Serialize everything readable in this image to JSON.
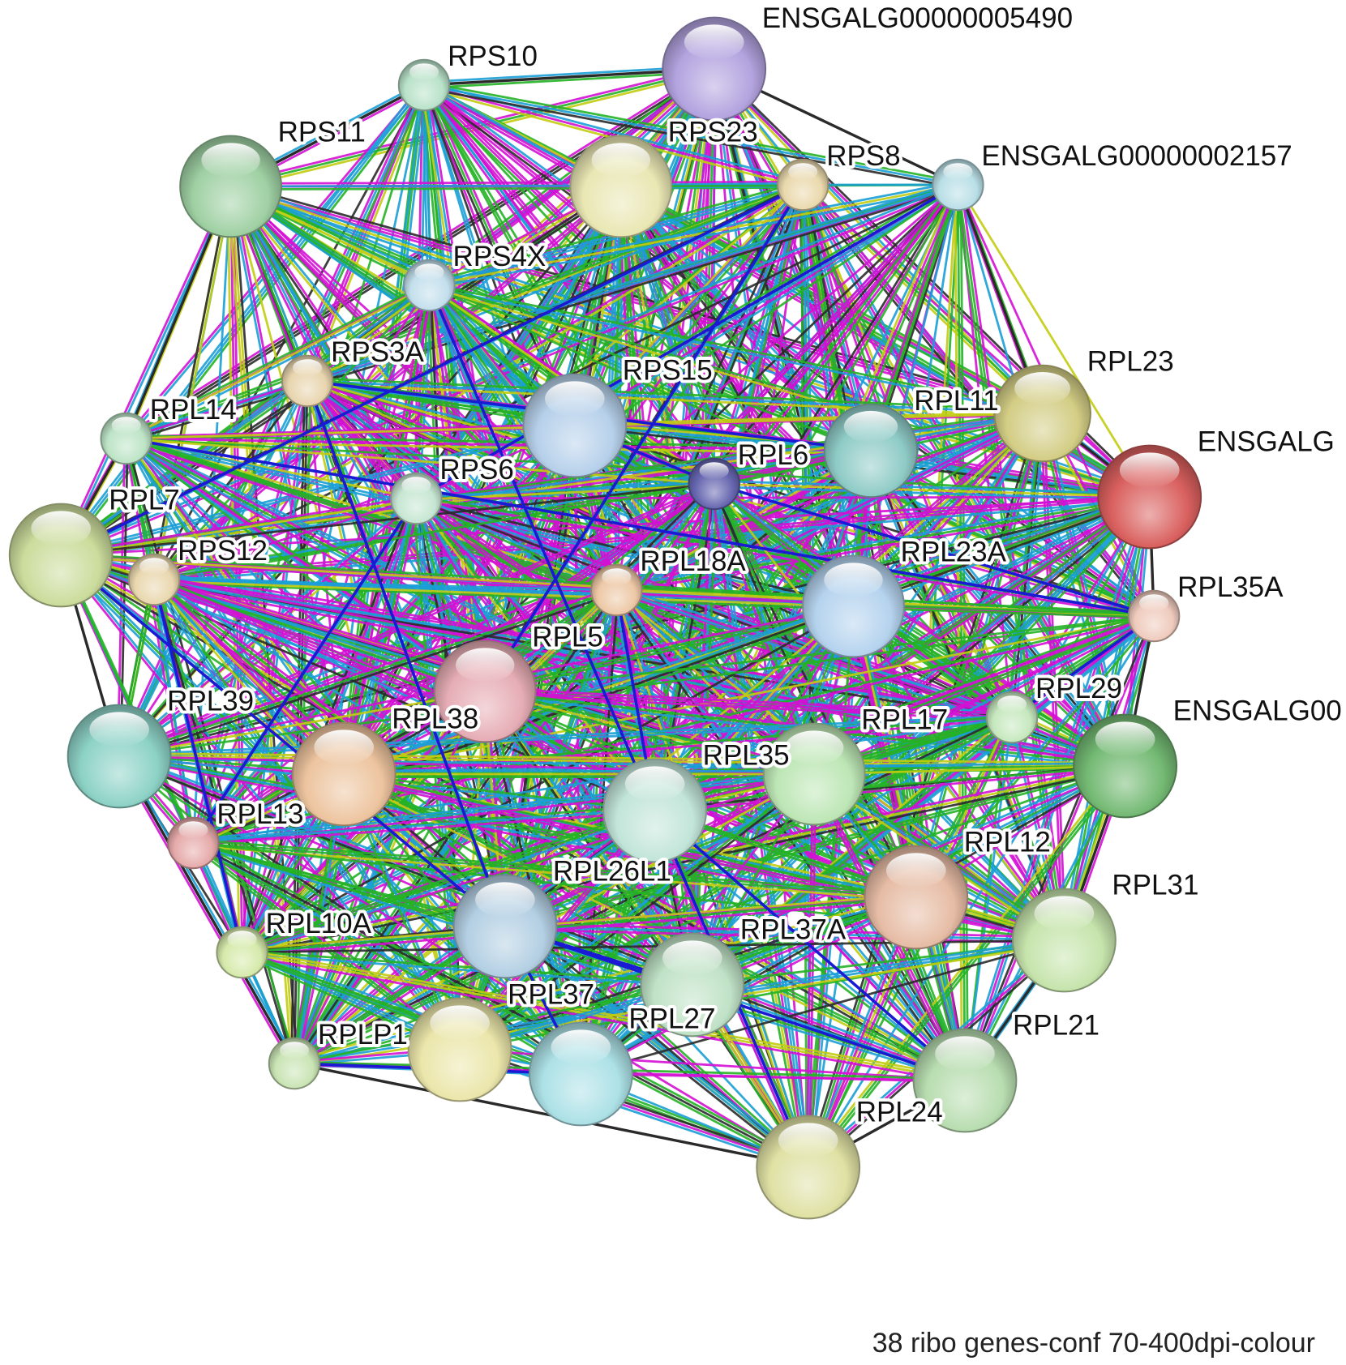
{
  "network": {
    "caption": "38 ribo genes-conf 70-400dpi-colour",
    "nodes": [
      {
        "label": "ENSGALG00000005490",
        "color": "#b3a3df"
      },
      {
        "label": "RPS10",
        "color": "#b9e2c9"
      },
      {
        "label": "RPS11",
        "color": "#9fd0a3"
      },
      {
        "label": "RPS23",
        "color": "#e9e7b3"
      },
      {
        "label": "RPS8",
        "color": "#ead9ad"
      },
      {
        "label": "ENSGALG00000002157",
        "color": "#b9dfe6"
      },
      {
        "label": "RPS4X",
        "color": "#c3dfec"
      },
      {
        "label": "RPS3A",
        "color": "#e8d5ae"
      },
      {
        "label": "RPS15",
        "color": "#b6d0ea"
      },
      {
        "label": "RPL11",
        "color": "#8fcbc6"
      },
      {
        "label": "RPL23",
        "color": "#d3cd85"
      },
      {
        "label": "ENSGALG",
        "color": "#d9605e"
      },
      {
        "label": "RPL14",
        "color": "#bde4c6"
      },
      {
        "label": "RPS6",
        "color": "#c6e6d2"
      },
      {
        "label": "RPL6",
        "color": "#6666b0"
      },
      {
        "label": "RPL7",
        "color": "#cbdc9c"
      },
      {
        "label": "RPS12",
        "color": "#e9d7ae"
      },
      {
        "label": "RPL18A",
        "color": "#edc8a6"
      },
      {
        "label": "RPL23A",
        "color": "#b5d3ee"
      },
      {
        "label": "RPL35A",
        "color": "#efcbbd"
      },
      {
        "label": "RPL5",
        "color": "#e6adb5"
      },
      {
        "label": "RPL29",
        "color": "#c6e8be"
      },
      {
        "label": "ENSGALG00",
        "color": "#73b973"
      },
      {
        "label": "RPL39",
        "color": "#8dd2c6"
      },
      {
        "label": "RPL38",
        "color": "#edc49f"
      },
      {
        "label": "RPL17",
        "color": "#bde6b5"
      },
      {
        "label": "RPL35",
        "color": "#c2e5d9"
      },
      {
        "label": "RPL13",
        "color": "#e6aaaa"
      },
      {
        "label": "RPL26L1",
        "color": "#b3cfe3"
      },
      {
        "label": "RPL12",
        "color": "#e6bca5"
      },
      {
        "label": "RPL31",
        "color": "#c6e4ac"
      },
      {
        "label": "RPL10A",
        "color": "#d6eaab"
      },
      {
        "label": "RPL37A",
        "color": "#c0e2c6"
      },
      {
        "label": "RPL37",
        "color": "#ebe6ab"
      },
      {
        "label": "RPL27",
        "color": "#ace1e6"
      },
      {
        "label": "RPLP1",
        "color": "#c9e4b4"
      },
      {
        "label": "RPL21",
        "color": "#b8ddb0"
      },
      {
        "label": "RPL24",
        "color": "#dfe1a4"
      }
    ],
    "edge_colors": {
      "magenta": "#d40fd4",
      "green": "#25b325",
      "cyan": "#1b9ed6",
      "yellow": "#c2cc10",
      "black": "#2a2a2a",
      "blue": "#1a1ad4"
    },
    "blue_edges": [
      [
        7,
        28
      ],
      [
        7,
        9
      ],
      [
        6,
        26
      ],
      [
        4,
        20
      ],
      [
        4,
        15
      ],
      [
        5,
        13
      ],
      [
        13,
        27
      ],
      [
        12,
        19
      ],
      [
        14,
        19
      ],
      [
        8,
        14
      ],
      [
        16,
        31
      ],
      [
        15,
        28
      ],
      [
        28,
        32
      ],
      [
        28,
        34
      ],
      [
        26,
        37
      ],
      [
        26,
        36
      ],
      [
        17,
        26
      ],
      [
        21,
        19
      ],
      [
        35,
        34
      ],
      [
        28,
        36
      ]
    ]
  }
}
